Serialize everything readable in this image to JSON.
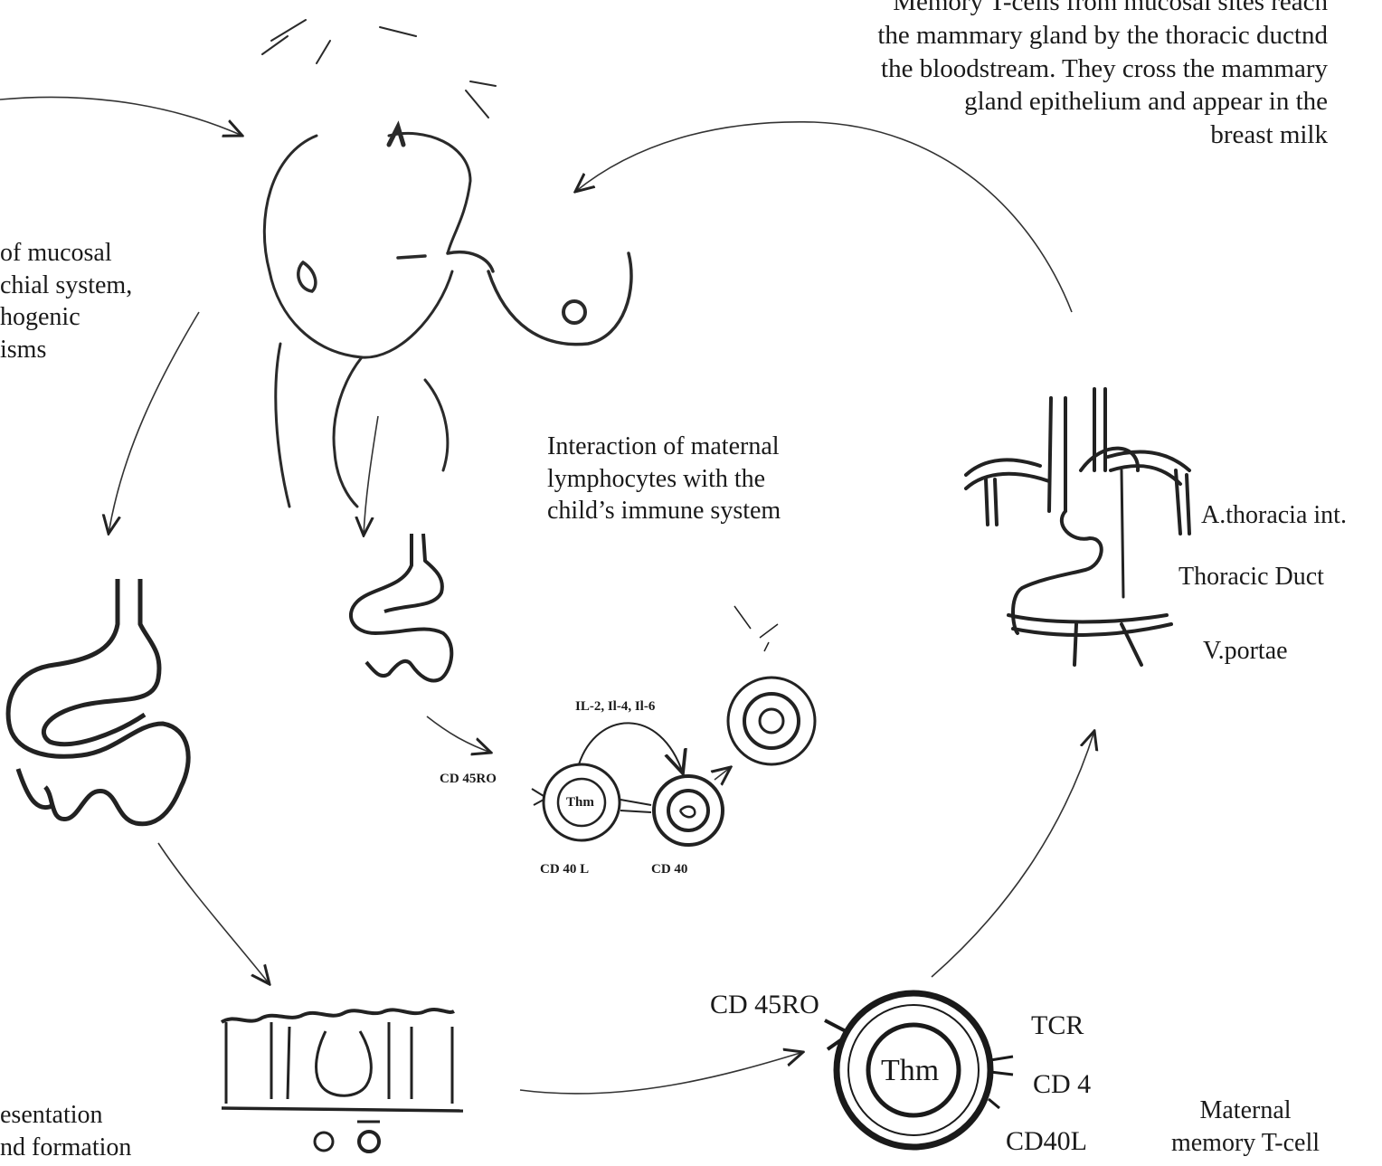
{
  "top_caption": "Memory T-cells from mucosal sites reach\nthe mammary gland by the thoracic ductnd\nthe bloodstream. They cross the mammary\ngland epithelium and appear in the\nbreast milk",
  "left_caption": "of mucosal\nchial system,\nhogenic\nisms",
  "bottom_left_caption": "esentation\nnd formation",
  "interaction_caption": "Interaction of maternal\nlymphocytes with the\nchild’s immune system",
  "anatomy": {
    "a_thoracia": "A.thoracia int.",
    "thoracic_duct": "Thoracic Duct",
    "v_portae": "V.portae"
  },
  "small_cell": {
    "cytokines": "IL-2, Il-4, Il-6",
    "cd45ro": "CD 45RO",
    "thm": "Thm",
    "cd40l": "CD 40 L",
    "cd40": "CD 40"
  },
  "memory_cell": {
    "cd45ro": "CD 45RO",
    "thm": "Thm",
    "tcr": "TCR",
    "cd4": "CD 4",
    "cd40l": "CD40L",
    "caption": "Maternal\nmemory T-cell"
  }
}
